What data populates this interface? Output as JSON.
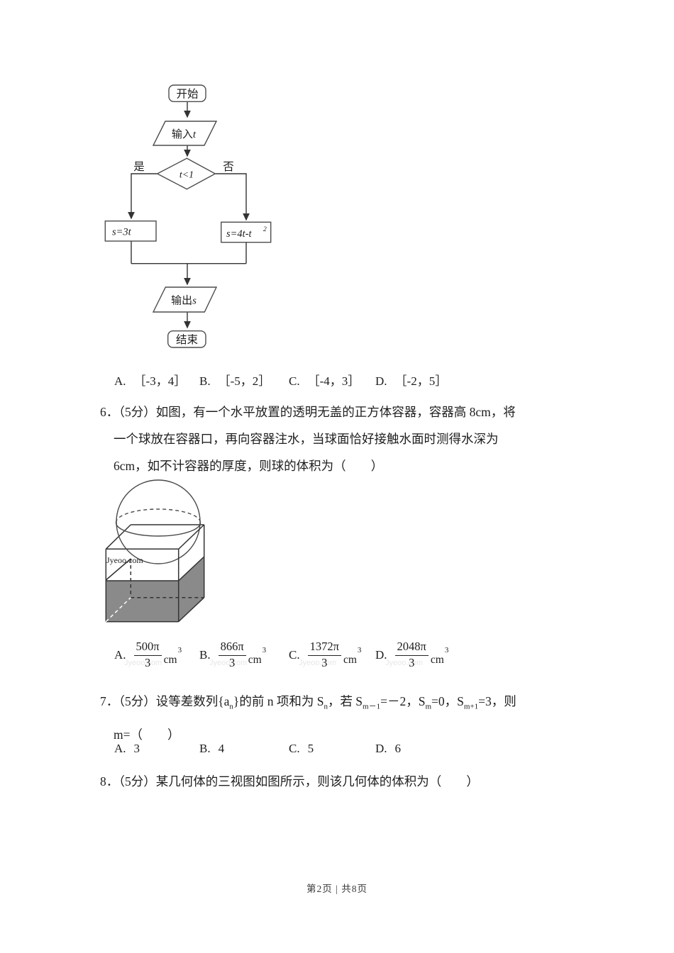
{
  "flowchart": {
    "start": "开始",
    "input_label": "输入",
    "input_var": "t",
    "decision": "t<1",
    "yes": "是",
    "no": "否",
    "box_left": "s=3t",
    "box_right": "s=4t-t",
    "box_right_sup": "2",
    "output_label": "输出",
    "output_var": "s",
    "end": "结束"
  },
  "q5": {
    "options": [
      {
        "label": "A.",
        "value": "［-3，4］"
      },
      {
        "label": "B.",
        "value": "［-5，2］"
      },
      {
        "label": "C.",
        "value": "［-4，3］"
      },
      {
        "label": "D.",
        "value": "［-2，5］"
      }
    ]
  },
  "q6": {
    "lines": [
      "6．（5分）如图，有一个水平放置的透明无盖的正方体容器，容器高 8cm，将",
      "一个球放在容器口，再向容器注水，当球面恰好接触水面时测得水深为",
      "6cm，如不计容器的厚度，则球的体积为（　　）"
    ],
    "options": [
      {
        "label": "A.",
        "num": "500π",
        "den": "3",
        "unit": "cm",
        "sup": "3"
      },
      {
        "label": "B.",
        "num": "866π",
        "den": "3",
        "unit": "cm",
        "sup": "3"
      },
      {
        "label": "C.",
        "num": "1372π",
        "den": "3",
        "unit": "cm",
        "sup": "3"
      },
      {
        "label": "D.",
        "num": "2048π",
        "den": "3",
        "unit": "cm",
        "sup": "3"
      }
    ]
  },
  "q7": {
    "line1_html": "7．（5分）设等差数列{a<sub>n</sub>}的前 n 项和为 S<sub>n</sub>，若 S<sub>m－1</sub>=－2，S<sub>m</sub>=0，S<sub>m+1</sub>=3，则",
    "line2": "m=（　　）",
    "options": [
      {
        "label": "A.",
        "value": "3"
      },
      {
        "label": "B.",
        "value": "4"
      },
      {
        "label": "C.",
        "value": "5"
      },
      {
        "label": "D.",
        "value": "6"
      }
    ]
  },
  "q8": {
    "line1": "8．（5分）某几何体的三视图如图所示，则该几何体的体积为（　　）"
  },
  "footer": {
    "text": "第2页 | 共8页"
  },
  "watermark": {
    "text": "Jyeoo.com"
  },
  "colors": {
    "water": "#8a8a8a"
  }
}
